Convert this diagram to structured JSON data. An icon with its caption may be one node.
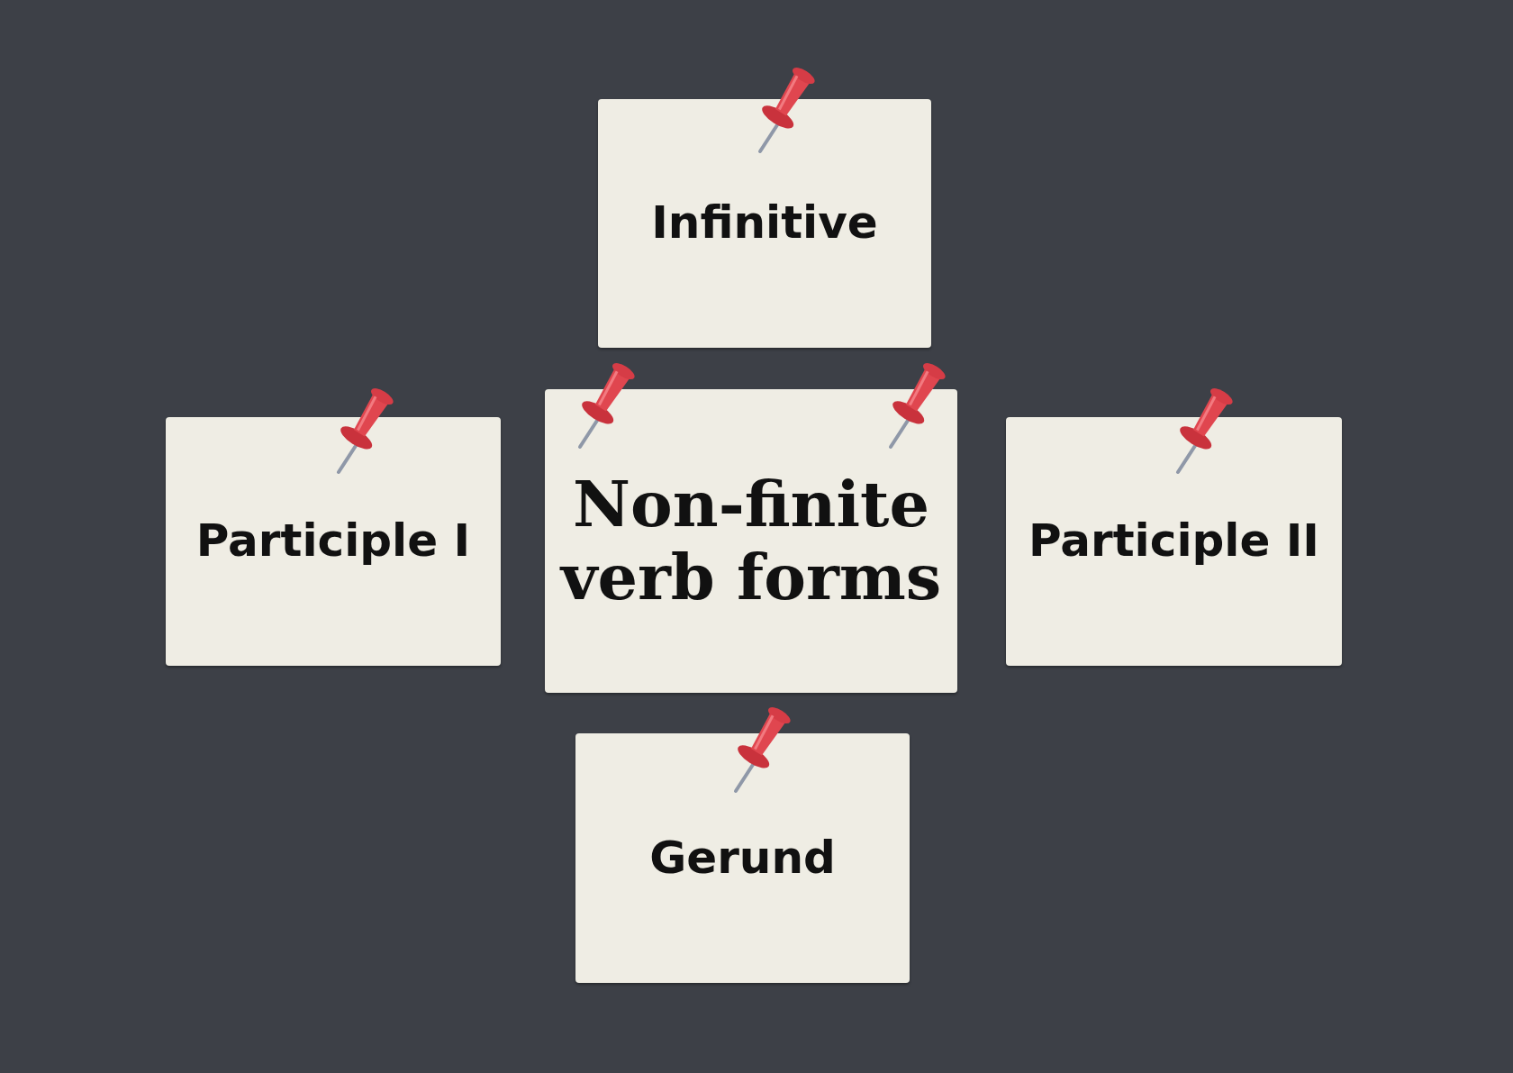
{
  "diagram": {
    "nodes": [
      {
        "text": [
          "Infinitive"
        ]
      },
      {
        "text": [
          "Participle I"
        ]
      },
      {
        "text": [
          "Non-finite verb forms"
        ]
      },
      {
        "text": [
          "Participle II"
        ]
      },
      {
        "text": [
          "Gerund"
        ]
      }
    ]
  }
}
